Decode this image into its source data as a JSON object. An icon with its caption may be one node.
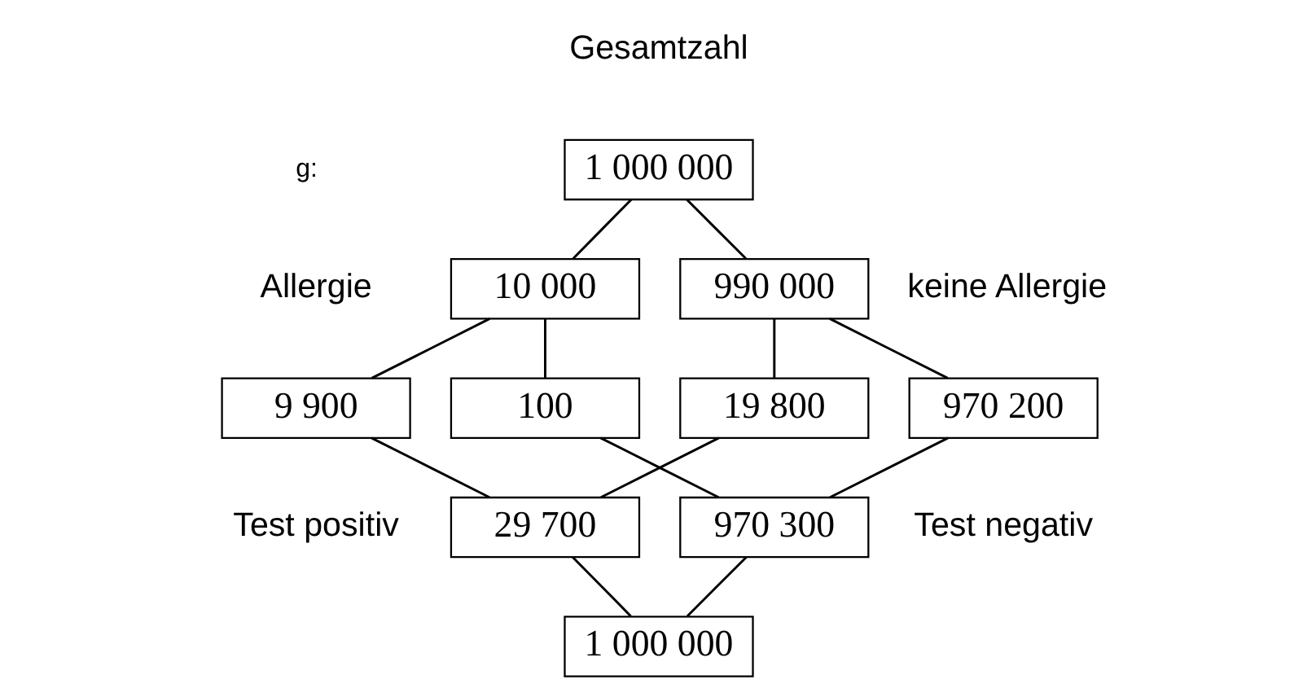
{
  "diagram": {
    "nodes": [
      {
        "text": [
          "1 000 000"
        ],
        "beside": [
          "Gesamtzahl"
        ]
      },
      {
        "text": [
          "10 000"
        ],
        "beside": [
          "Allergie"
        ]
      },
      {
        "text": [
          "990 000"
        ],
        "beside": [
          "keine Allergie"
        ]
      },
      {
        "text": [
          "9 900"
        ]
      },
      {
        "text": [
          "100"
        ]
      },
      {
        "text": [
          "19 800"
        ]
      },
      {
        "text": [
          "970 200"
        ]
      },
      {
        "text": [
          "29 700"
        ],
        "beside": [
          "Test positiv"
        ]
      },
      {
        "text": [
          "970 300"
        ],
        "beside": [
          "Test negativ"
        ]
      },
      {
        "text": [
          "1 000 000"
        ]
      }
    ],
    "edges": [
      {
        "from": 0,
        "to": 1,
        "arrow": "none"
      },
      {
        "from": 0,
        "to": 2,
        "arrow": "none"
      },
      {
        "from": 1,
        "to": 3,
        "arrow": "none"
      },
      {
        "from": 1,
        "to": 4,
        "arrow": "none"
      },
      {
        "from": 2,
        "to": 5,
        "arrow": "none"
      },
      {
        "from": 2,
        "to": 6,
        "arrow": "none"
      },
      {
        "from": 3,
        "to": 7,
        "arrow": "none"
      },
      {
        "from": 5,
        "to": 7,
        "arrow": "none"
      },
      {
        "from": 4,
        "to": 8,
        "arrow": "none"
      },
      {
        "from": 6,
        "to": 8,
        "arrow": "none"
      },
      {
        "from": 7,
        "to": 9,
        "arrow": "none"
      },
      {
        "from": 8,
        "to": 9,
        "arrow": "none"
      }
    ],
    "labels": [
      "g:"
    ]
  }
}
